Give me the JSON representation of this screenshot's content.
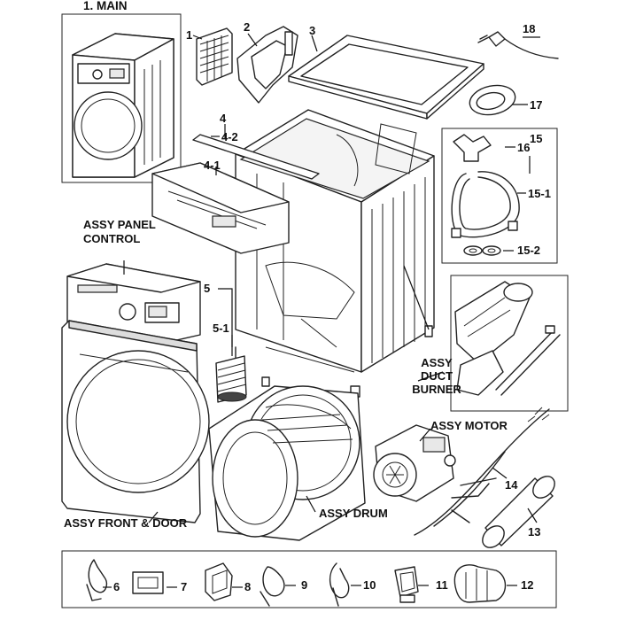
{
  "title": "1. MAIN",
  "assemblies": {
    "panel_control": "ASSY PANEL\nCONTROL",
    "front_door": "ASSY FRONT & DOOR",
    "drum": "ASSY DRUM",
    "motor": "ASSY MOTOR",
    "duct_burner": "ASSY\nDUCT\nBURNER"
  },
  "callouts": {
    "p1": "1",
    "p2": "2",
    "p3": "3",
    "p4": "4",
    "p4_1": "4-1",
    "p4_2": "4-2",
    "p5": "5",
    "p5_1": "5-1",
    "p6": "6",
    "p7": "7",
    "p8": "8",
    "p9": "9",
    "p10": "10",
    "p11": "11",
    "p12": "12",
    "p13": "13",
    "p14": "14",
    "p15": "15",
    "p15_1": "15-1",
    "p15_2": "15-2",
    "p16": "16",
    "p17": "17",
    "p18": "18"
  }
}
